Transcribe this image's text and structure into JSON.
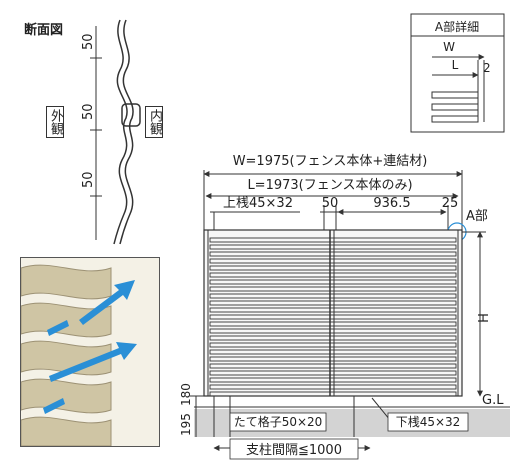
{
  "section": {
    "title": "断面図",
    "dims": [
      "50",
      "50",
      "50"
    ],
    "outside": "外観",
    "inside": "内観"
  },
  "detail": {
    "title": "A部詳細",
    "w": "W",
    "l": "L",
    "gap": "2"
  },
  "elevation": {
    "w_total": "W=1975(フェンス本体+連結材)",
    "l_total": "L=1973(フェンス本体のみ)",
    "top_rail": "上桟45×32",
    "dim_50": "50",
    "dim_936": "936.5",
    "dim_25": "25",
    "a_part": "A部",
    "height": "H",
    "ground": "G.L",
    "dim_180": "180",
    "dim_195": "195",
    "lattice": "たて格子50×20",
    "bottom_rail": "下桟45×32",
    "post_spacing": "支柱間隔≦1000"
  },
  "colors": {
    "line": "#333333",
    "panel": "#f2f2f2",
    "ground": "#d0d0d0",
    "louver": "#d8cfb2",
    "arrow": "#2a8fd6"
  }
}
